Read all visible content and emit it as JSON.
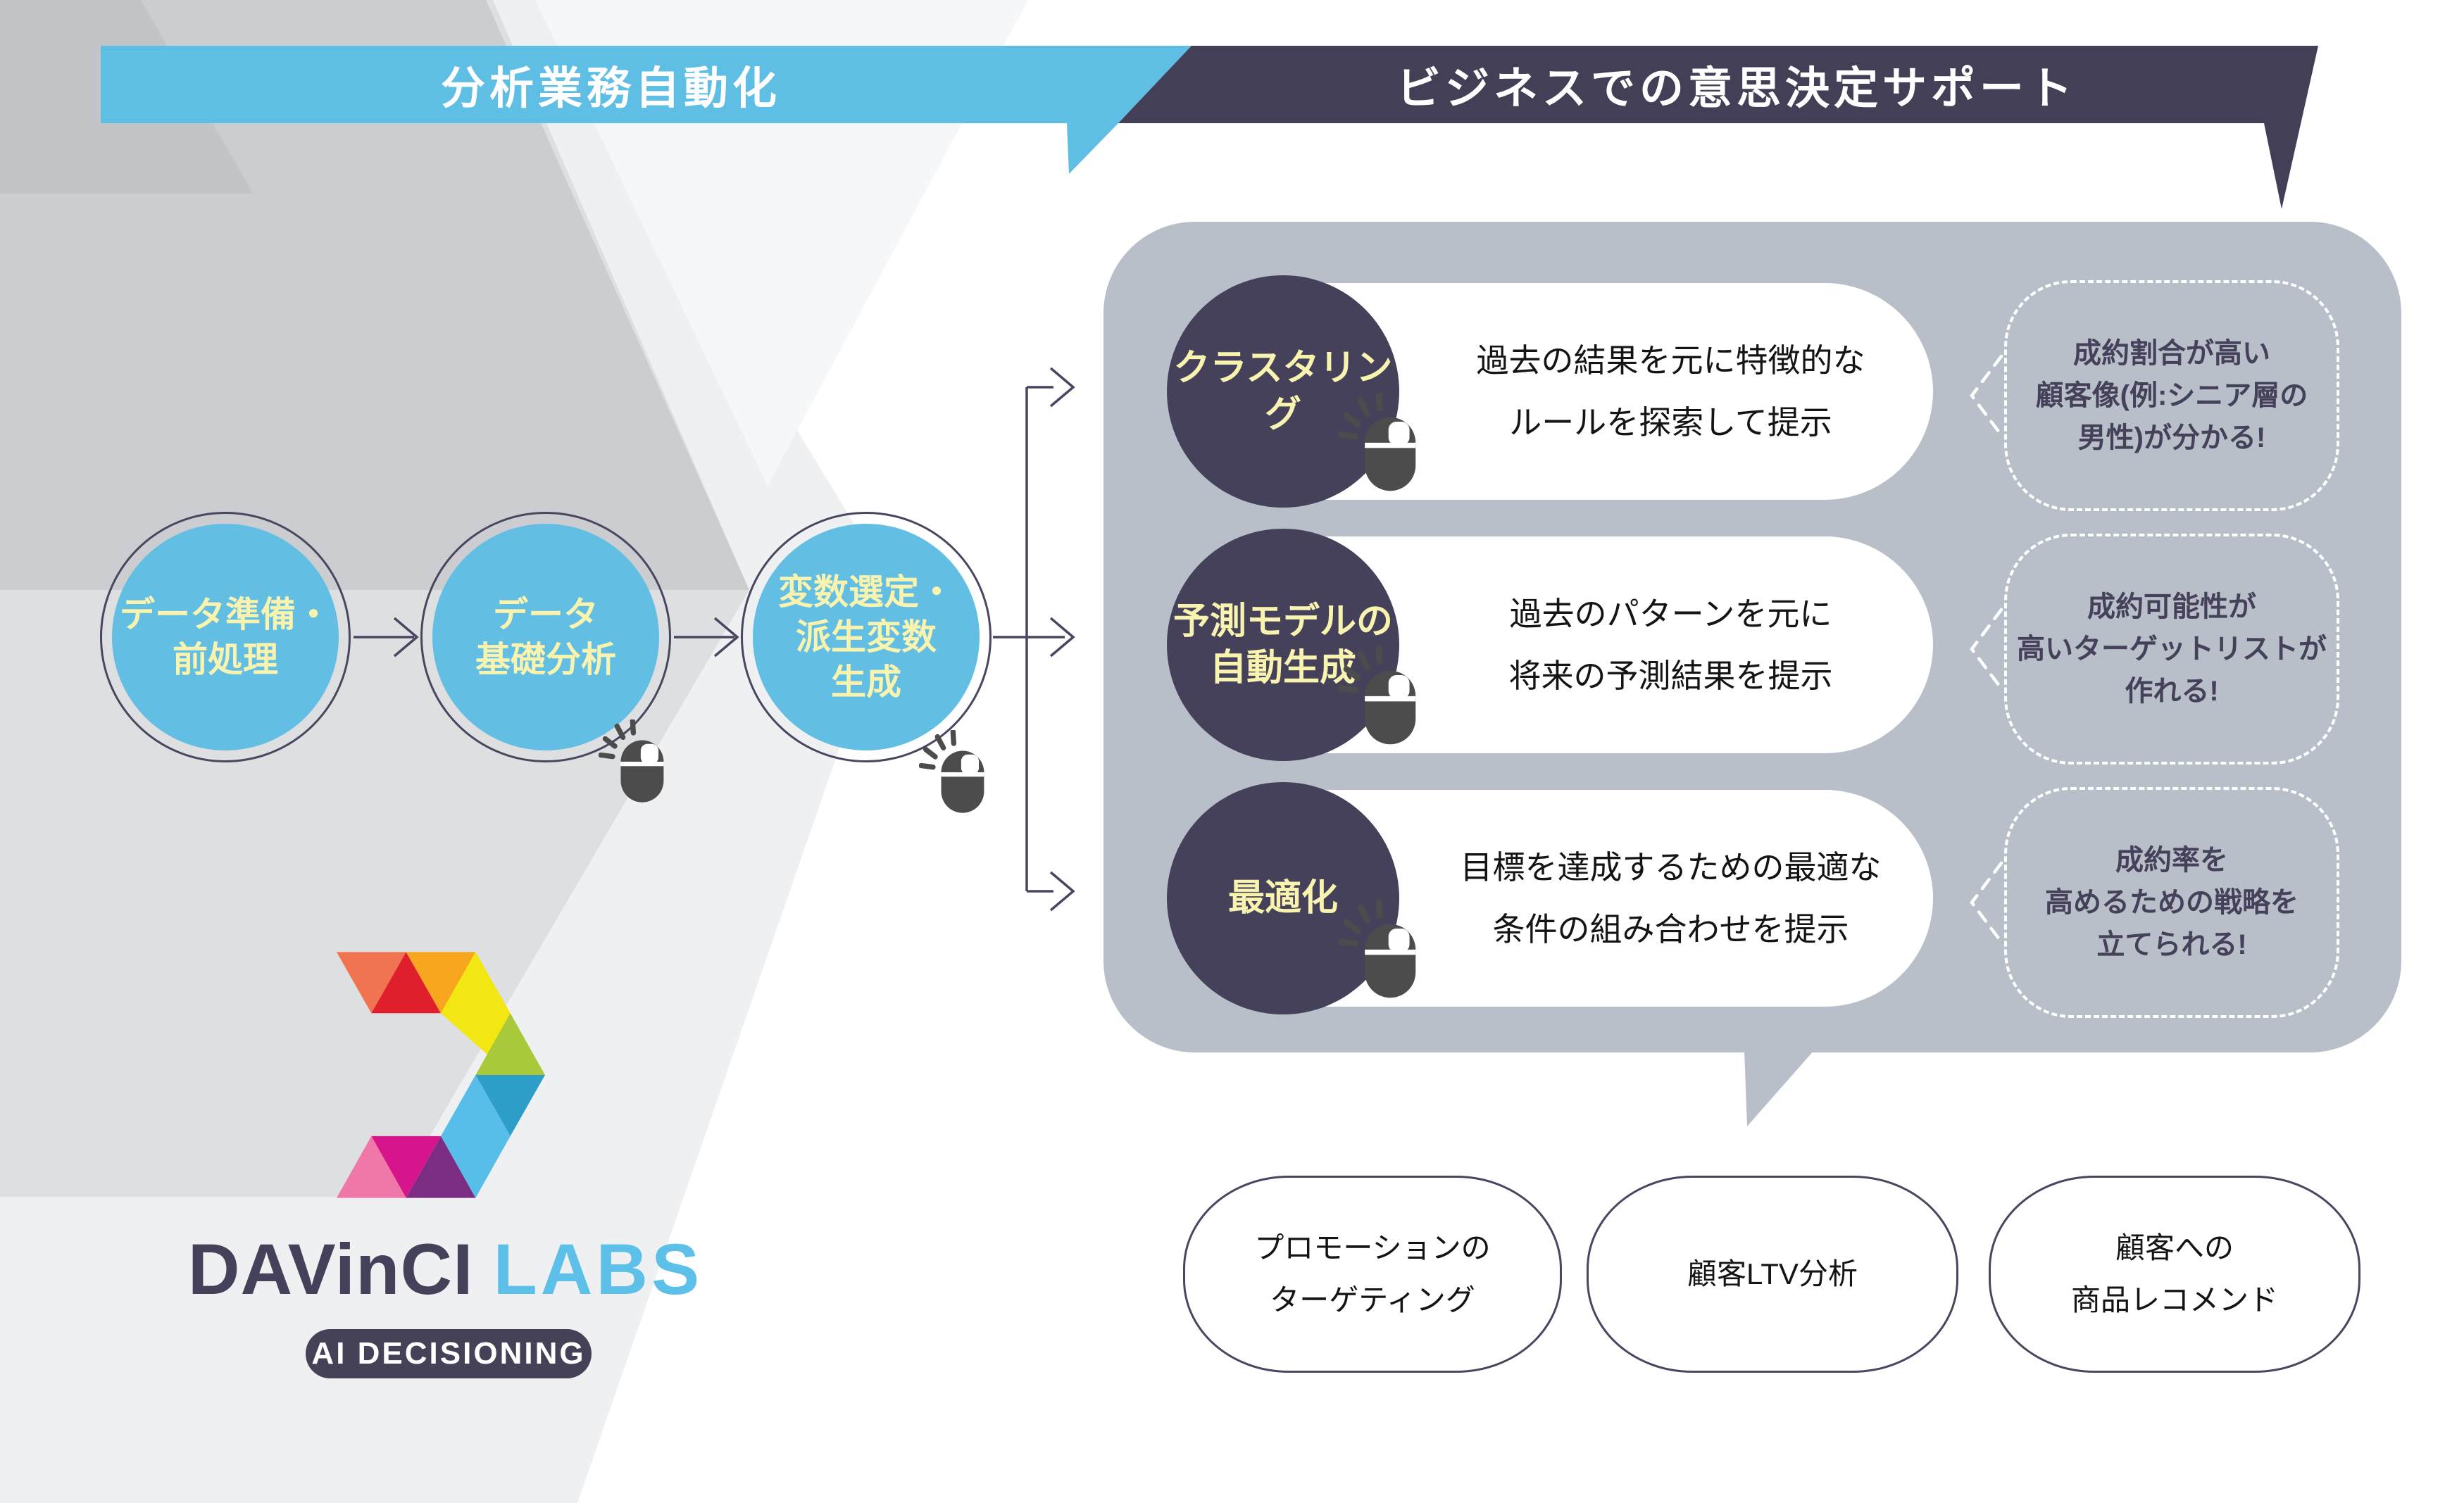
{
  "header": {
    "left_banner": "分析業務自動化",
    "right_banner": "ビジネスでの意思決定サポート"
  },
  "process_steps": [
    {
      "label": "データ準備・\n前処理"
    },
    {
      "label": "データ\n基礎分析"
    },
    {
      "label": "変数選定・\n派生変数\n生成"
    }
  ],
  "analysis_rows": [
    {
      "label": "クラスタリング",
      "description": "過去の結果を元に特徴的な\nルールを探索して提示",
      "benefit": "成約割合が高い\n顧客像(例:シニア層の\n男性)が分かる!"
    },
    {
      "label": "予測モデルの\n自動生成",
      "description": "過去のパターンを元に\n将来の予測結果を提示",
      "benefit": "成約可能性が\n高いターゲットリストが\n作れる!"
    },
    {
      "label": "最適化",
      "description": "目標を達成するための最適な\n条件の組み合わせを提示",
      "benefit": "成約率を\n高めるための戦略を\n立てられる!"
    }
  ],
  "use_cases": [
    {
      "label": "プロモーションの\nターゲティング"
    },
    {
      "label": "顧客LTV分析"
    },
    {
      "label": "顧客への\n商品レコメンド"
    }
  ],
  "logo": {
    "brand_primary": "DAVinCI",
    "brand_secondary": "LABS",
    "badge": "AI DECISIONING"
  },
  "colors": {
    "accent_blue": "#5FBEE4",
    "dark_navy": "#45415A",
    "pale_yellow": "#F8F3AF",
    "panel_gray": "#B9BFC8"
  }
}
